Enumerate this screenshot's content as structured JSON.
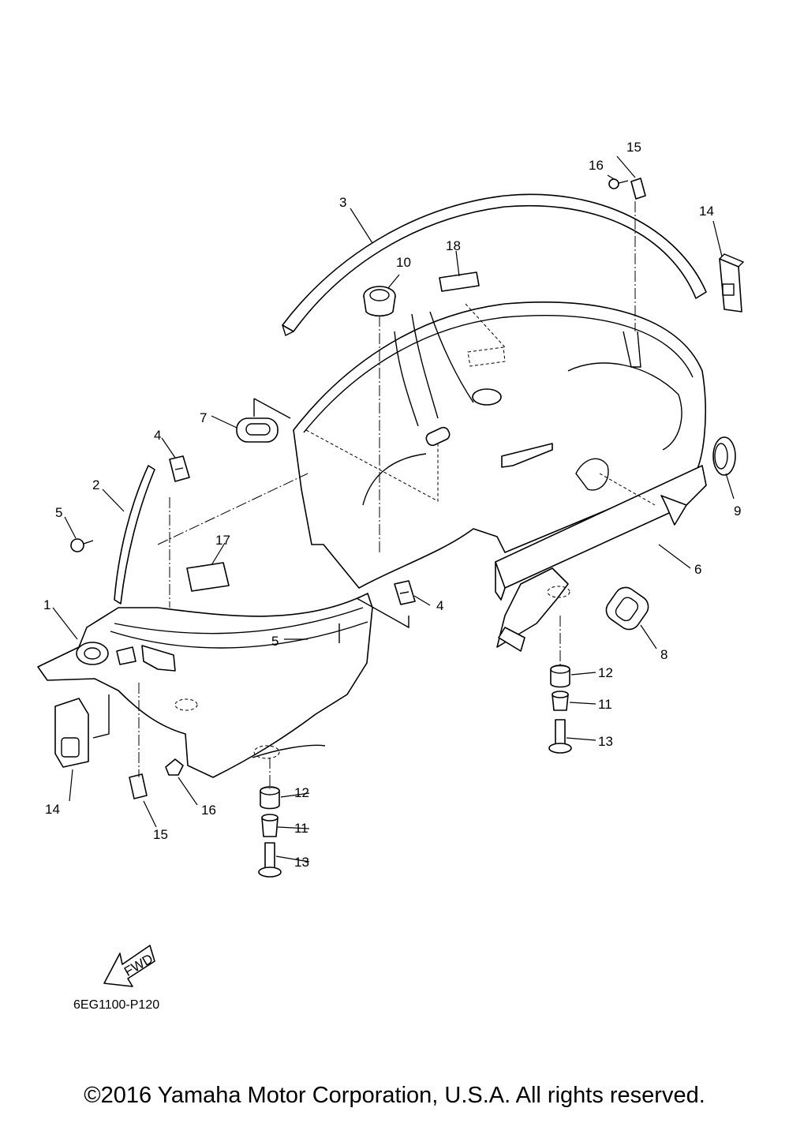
{
  "diagram": {
    "part_labels": [
      {
        "id": "label-1",
        "text": "1"
      },
      {
        "id": "label-2",
        "text": "2"
      },
      {
        "id": "label-3",
        "text": "3"
      },
      {
        "id": "label-4a",
        "text": "4"
      },
      {
        "id": "label-4b",
        "text": "4"
      },
      {
        "id": "label-5a",
        "text": "5"
      },
      {
        "id": "label-5b",
        "text": "5"
      },
      {
        "id": "label-6",
        "text": "6"
      },
      {
        "id": "label-7",
        "text": "7"
      },
      {
        "id": "label-8",
        "text": "8"
      },
      {
        "id": "label-9",
        "text": "9"
      },
      {
        "id": "label-10",
        "text": "10"
      },
      {
        "id": "label-11a",
        "text": "11"
      },
      {
        "id": "label-11b",
        "text": "11"
      },
      {
        "id": "label-12a",
        "text": "12"
      },
      {
        "id": "label-12b",
        "text": "12"
      },
      {
        "id": "label-13a",
        "text": "13"
      },
      {
        "id": "label-13b",
        "text": "13"
      },
      {
        "id": "label-14a",
        "text": "14"
      },
      {
        "id": "label-14b",
        "text": "14"
      },
      {
        "id": "label-15a",
        "text": "15"
      },
      {
        "id": "label-15b",
        "text": "15"
      },
      {
        "id": "label-16a",
        "text": "16"
      },
      {
        "id": "label-16b",
        "text": "16"
      },
      {
        "id": "label-17",
        "text": "17"
      },
      {
        "id": "label-18",
        "text": "18"
      }
    ],
    "fwd_arrow_text": "FWD",
    "drawing_code": "6EG1100-P120"
  },
  "footer": {
    "copyright": "©2016 Yamaha Motor Corporation, U.S.A. All rights reserved."
  }
}
